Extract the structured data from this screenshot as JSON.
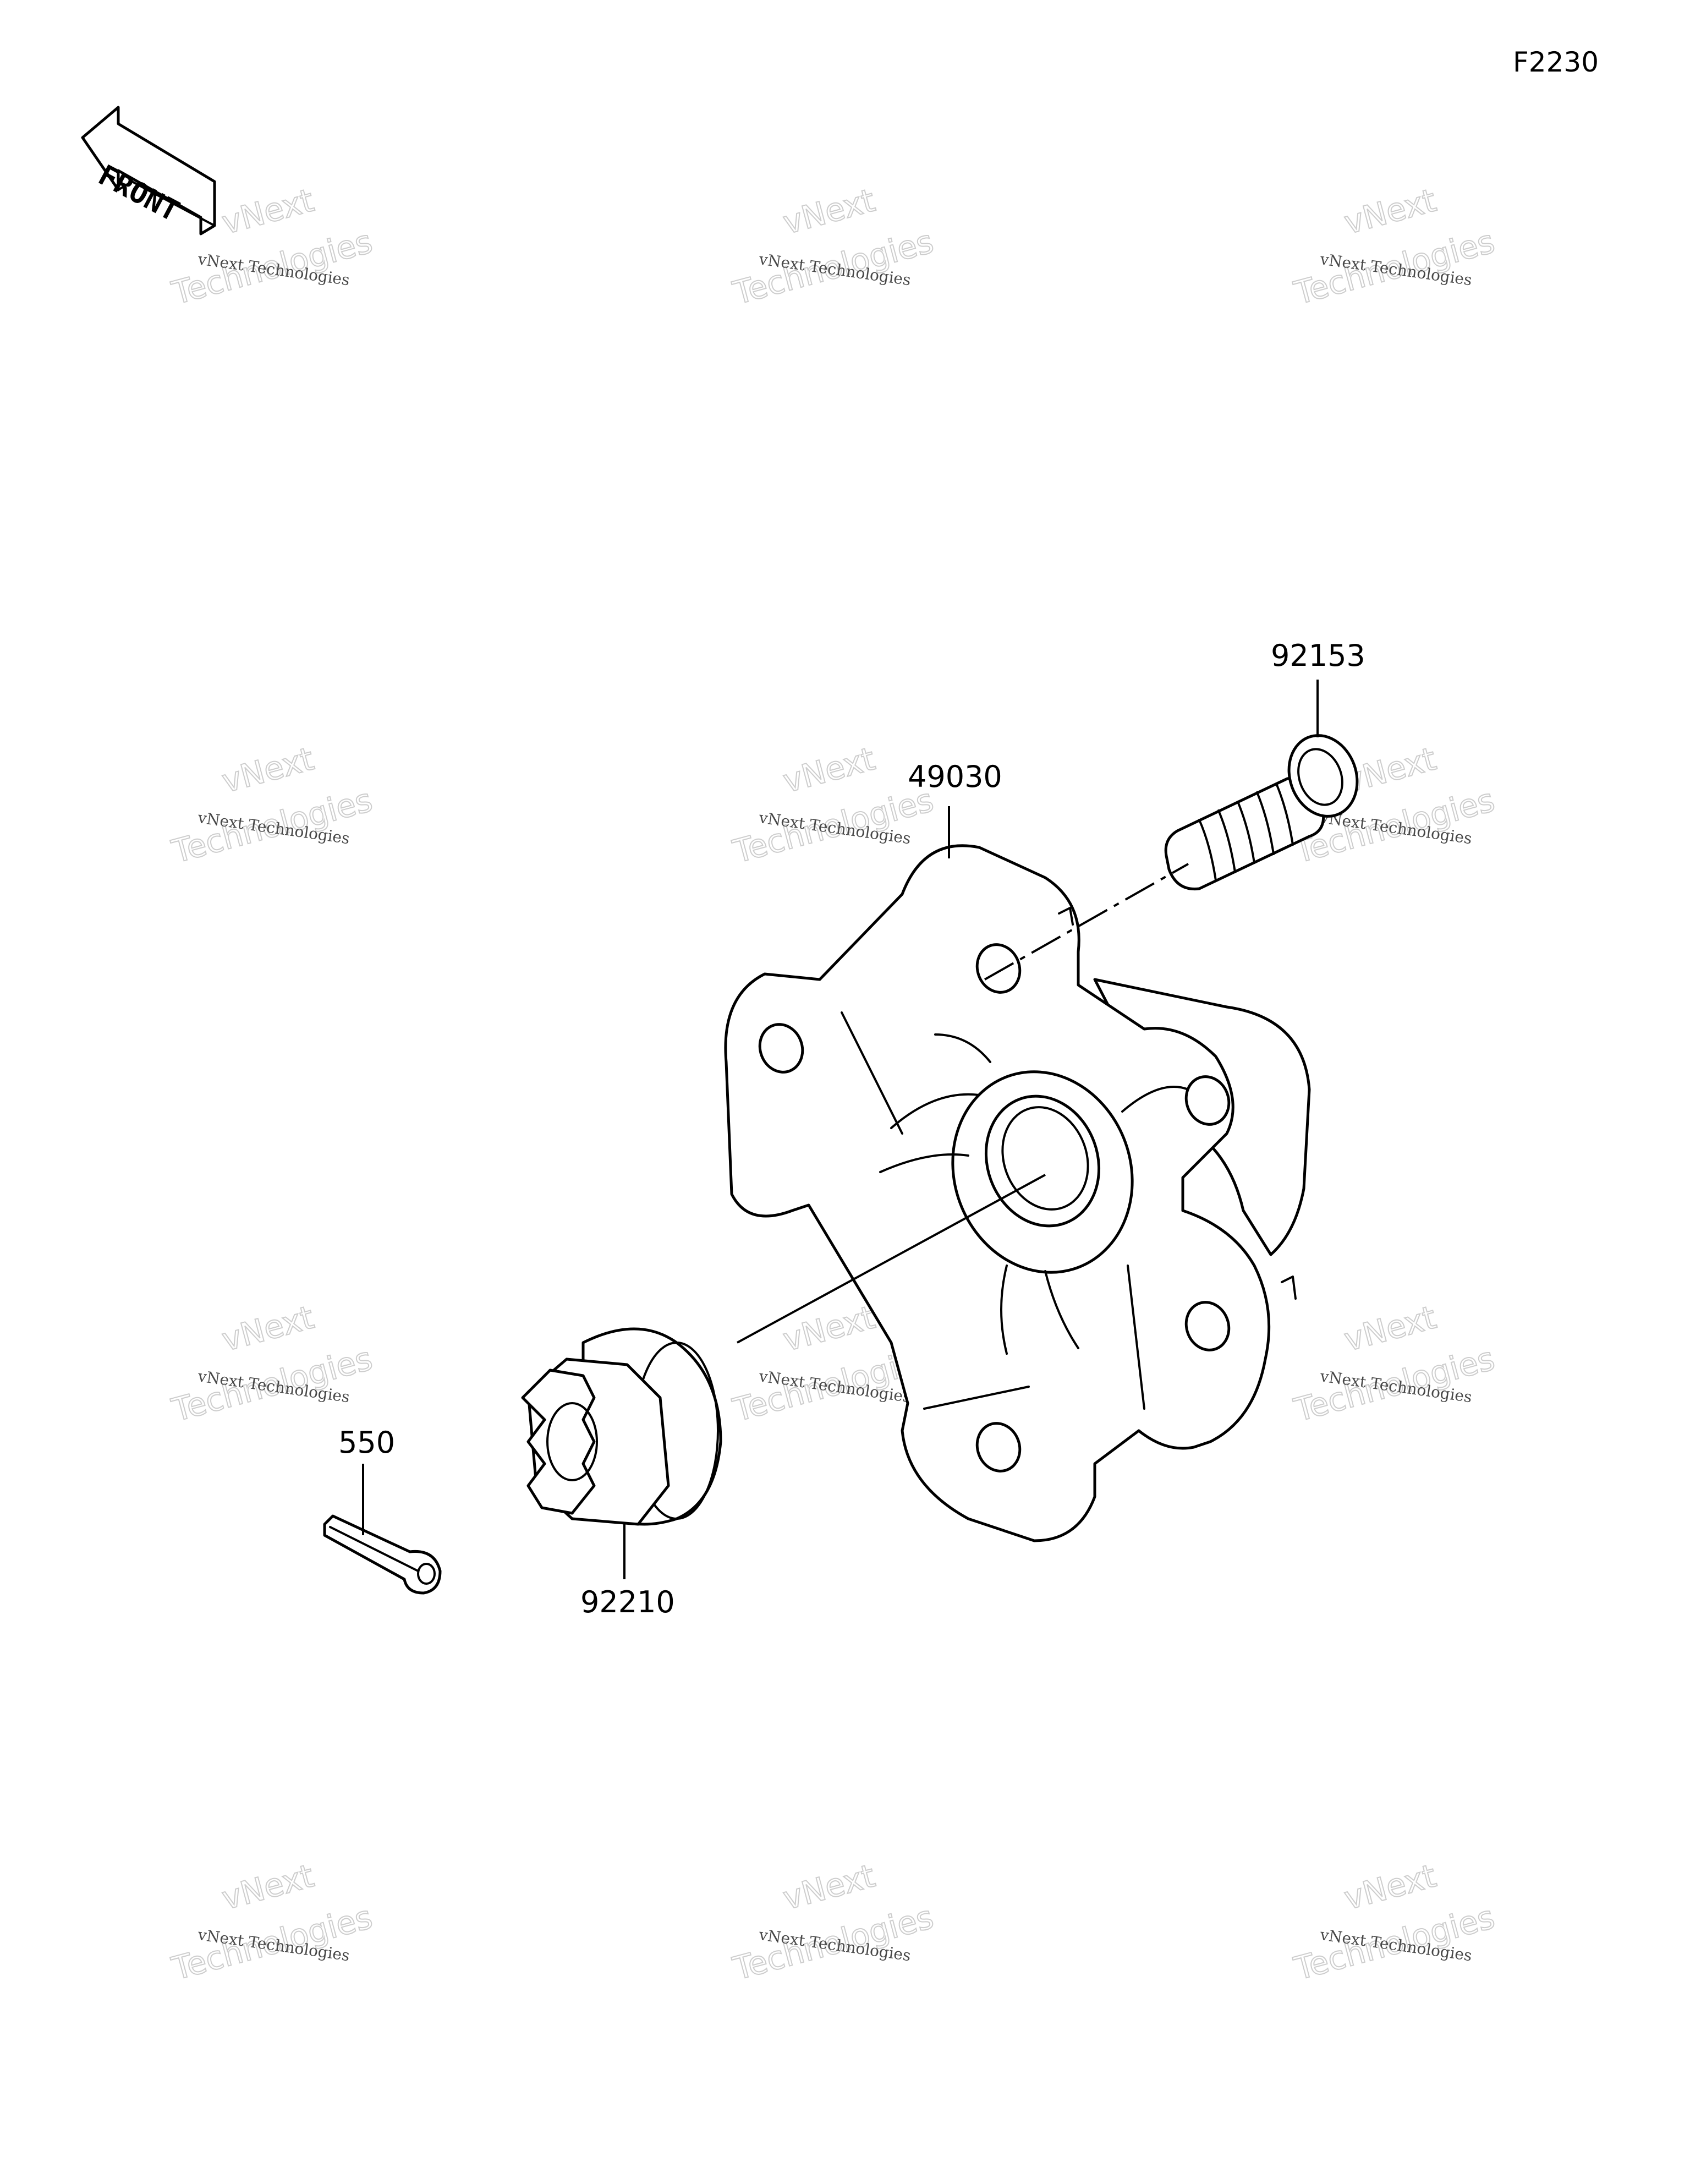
{
  "figure_code": "F2230",
  "front_indicator": {
    "text": "FRONT",
    "icon": "front-arrow-icon"
  },
  "parts": [
    {
      "id": "hub",
      "number": "49030"
    },
    {
      "id": "stud",
      "number": "92153"
    },
    {
      "id": "nut",
      "number": "92210"
    },
    {
      "id": "cotter_pin",
      "number": "550"
    }
  ],
  "watermark": {
    "line1": "vNext Technologies",
    "big1": "vNext",
    "big2": "Technologies"
  }
}
